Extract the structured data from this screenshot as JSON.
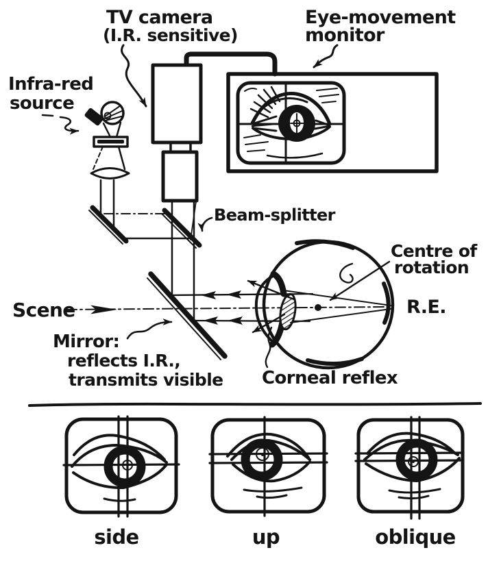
{
  "diagram": {
    "labels": {
      "tv_camera_1": "TV camera",
      "tv_camera_2": "(I.R. sensitive)",
      "monitor_1": "Eye-movement",
      "monitor_2": "monitor",
      "ir_source_1": "Infra-red",
      "ir_source_2": "source",
      "beam_splitter": "Beam-splitter",
      "scene": "Scene",
      "mirror_1": "Mirror:",
      "mirror_2": "reflects I.R.,",
      "mirror_3": "transmits visible",
      "centre_1": "Centre of",
      "centre_2": "rotation",
      "right_eye": "R.E.",
      "corneal_reflex": "Corneal reflex"
    },
    "panels": [
      {
        "label": "side"
      },
      {
        "label": "up"
      },
      {
        "label": "oblique"
      }
    ],
    "colors": {
      "ink": "#141414",
      "paper": "#ffffff"
    }
  }
}
